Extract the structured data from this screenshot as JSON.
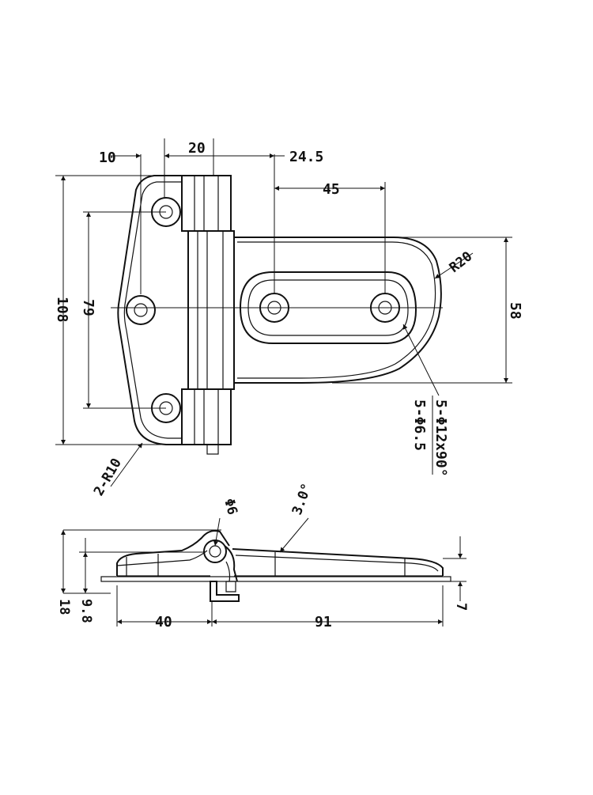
{
  "colors": {
    "line": "#111111",
    "background": "#ffffff"
  },
  "top_view": {
    "dims": {
      "d10": "10",
      "d20": "20",
      "d24_5": "24.5",
      "d45": "45",
      "d108": "108",
      "d79": "79",
      "d58": "58",
      "r20": "R20",
      "r10": "2-R10",
      "hole1": "5-Φ6.5",
      "hole2": "5-Φ12x90°"
    }
  },
  "side_view": {
    "dims": {
      "phi6": "Φ6",
      "angle": "3.0°",
      "d18": "18",
      "d9_8": "9.8",
      "d40": "40",
      "d91": "91",
      "d7": "7"
    }
  }
}
